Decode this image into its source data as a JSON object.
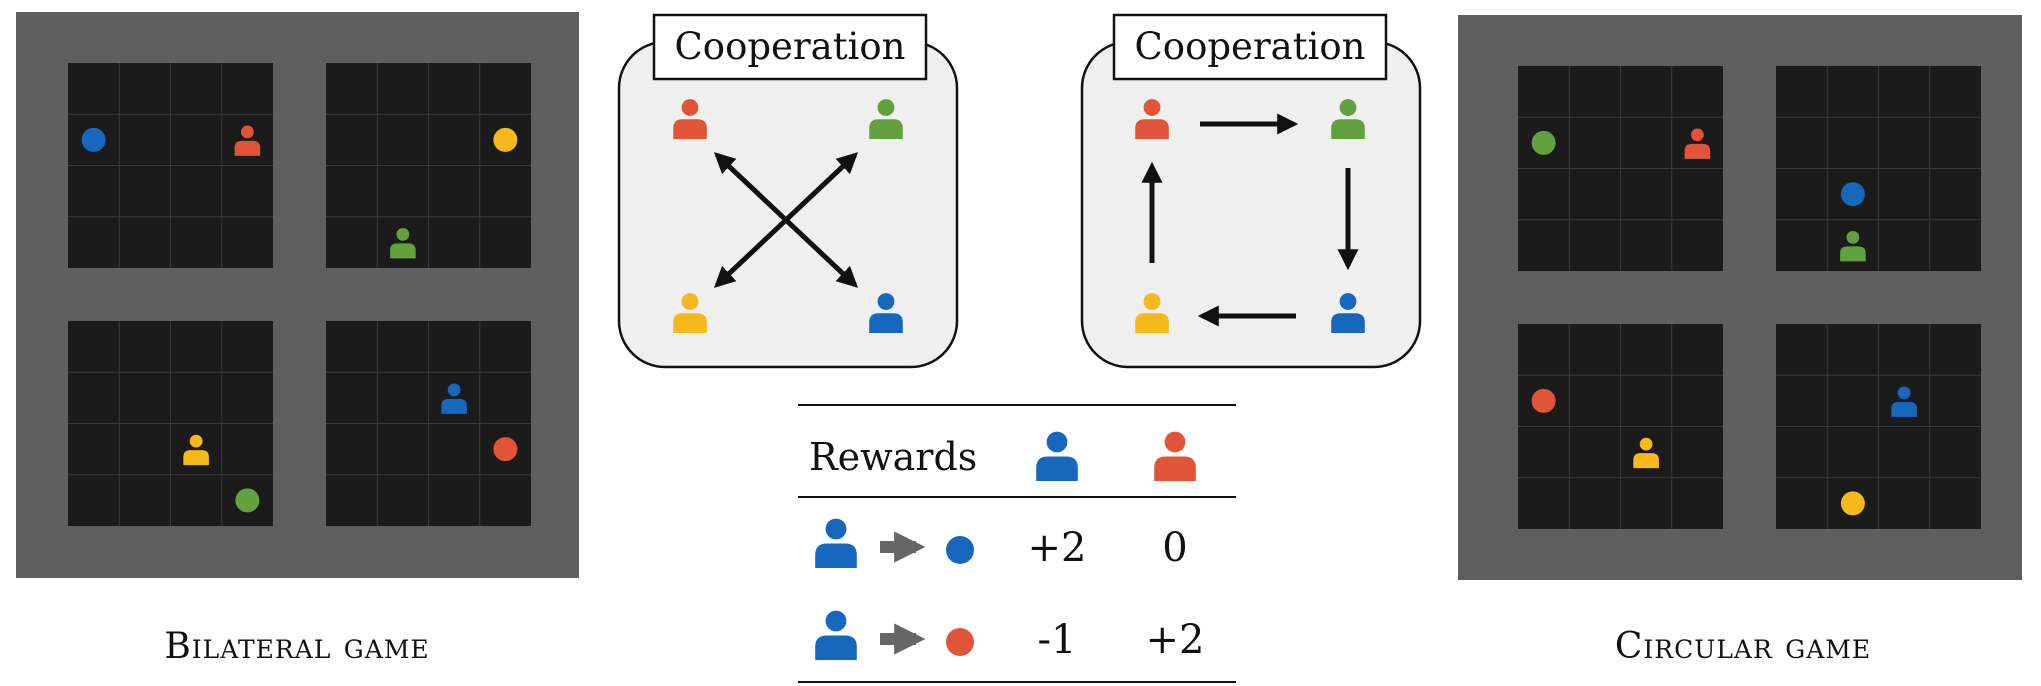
{
  "colors": {
    "red": "#e05438",
    "green": "#62a23e",
    "yellow": "#f6b81a",
    "blue": "#1767bd",
    "grid_bg": "#1b1b1b",
    "frame": "#5f5f5f",
    "panel": "#efefef"
  },
  "bilateral_game": {
    "caption": "Bilateral game",
    "grids": [
      {
        "agents": [
          {
            "color": "red",
            "col": 3,
            "row": 1
          }
        ],
        "coins": [
          {
            "color": "blue",
            "col": 0,
            "row": 1
          }
        ]
      },
      {
        "agents": [
          {
            "color": "green",
            "col": 1,
            "row": 3
          }
        ],
        "coins": [
          {
            "color": "yellow",
            "col": 3,
            "row": 1
          }
        ]
      },
      {
        "agents": [
          {
            "color": "yellow",
            "col": 2,
            "row": 2
          }
        ],
        "coins": [
          {
            "color": "green",
            "col": 3,
            "row": 3
          }
        ]
      },
      {
        "agents": [
          {
            "color": "blue",
            "col": 2,
            "row": 1
          }
        ],
        "coins": [
          {
            "color": "red",
            "col": 3,
            "row": 2
          }
        ]
      }
    ]
  },
  "circular_game": {
    "caption": "Circular game",
    "grids": [
      {
        "agents": [
          {
            "color": "red",
            "col": 3,
            "row": 1
          }
        ],
        "coins": [
          {
            "color": "green",
            "col": 0,
            "row": 1
          }
        ]
      },
      {
        "agents": [
          {
            "color": "green",
            "col": 1,
            "row": 3
          }
        ],
        "coins": [
          {
            "color": "blue",
            "col": 1,
            "row": 2
          }
        ]
      },
      {
        "agents": [
          {
            "color": "yellow",
            "col": 2,
            "row": 2
          }
        ],
        "coins": [
          {
            "color": "red",
            "col": 0,
            "row": 1
          }
        ]
      },
      {
        "agents": [
          {
            "color": "blue",
            "col": 2,
            "row": 1
          }
        ],
        "coins": [
          {
            "color": "yellow",
            "col": 1,
            "row": 3
          }
        ]
      }
    ]
  },
  "cooperation_bilateral": {
    "label": "Cooperation",
    "agents": [
      "red",
      "green",
      "yellow",
      "blue"
    ],
    "links": "bidirectional diagonals"
  },
  "cooperation_circular": {
    "label": "Cooperation",
    "agents": [
      "red",
      "green",
      "yellow",
      "blue"
    ],
    "links": "red → green → blue → yellow → red"
  },
  "rewards_table": {
    "header": "Rewards",
    "columns": [
      "blue",
      "red"
    ],
    "rows": [
      {
        "agent": "blue",
        "coin": "blue",
        "values": [
          "+2",
          "0"
        ]
      },
      {
        "agent": "blue",
        "coin": "red",
        "values": [
          "-1",
          "+2"
        ]
      }
    ]
  }
}
